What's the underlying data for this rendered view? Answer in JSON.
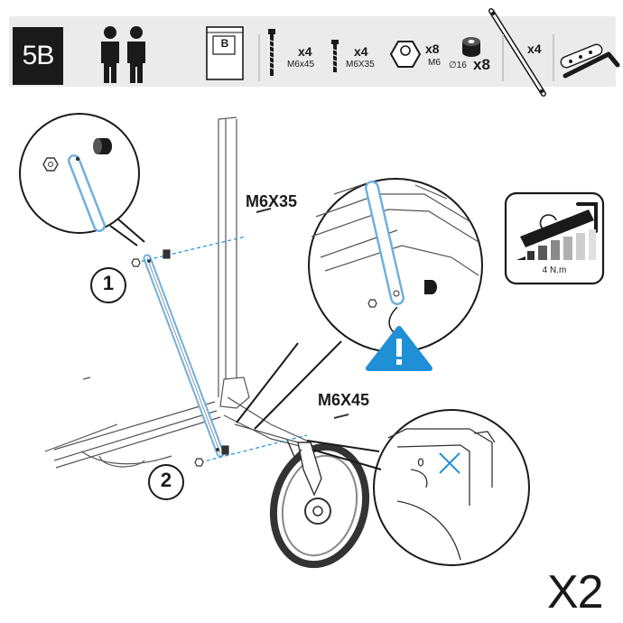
{
  "header": {
    "step_label": "5B",
    "bag_label": "B",
    "screw_long": {
      "qty": "x4",
      "size": "M6x45"
    },
    "screw_short": {
      "qty": "x4",
      "size": "M6X35"
    },
    "nut": {
      "qty": "x8",
      "size": "M6"
    },
    "spacer": {
      "size": "∅16",
      "qty": "x8"
    },
    "rod": {
      "qty": "x4"
    },
    "icons": [
      "two-persons-icon",
      "parts-bag-icon",
      "long-screw-icon",
      "short-screw-icon",
      "lock-nut-icon",
      "spacer-icon",
      "support-rod-icon",
      "hex-key-icon"
    ]
  },
  "callouts": {
    "upper_screw": "M6X35",
    "lower_screw": "M6X45"
  },
  "steps": [
    "1",
    "2"
  ],
  "torque": {
    "value": "4 N.m"
  },
  "multiplier": "X2",
  "colors": {
    "highlight": "#6fb0de",
    "warning": "#1f8fd6",
    "header_bg": "#ebebeb",
    "badge_bg": "#1a1a1a"
  }
}
